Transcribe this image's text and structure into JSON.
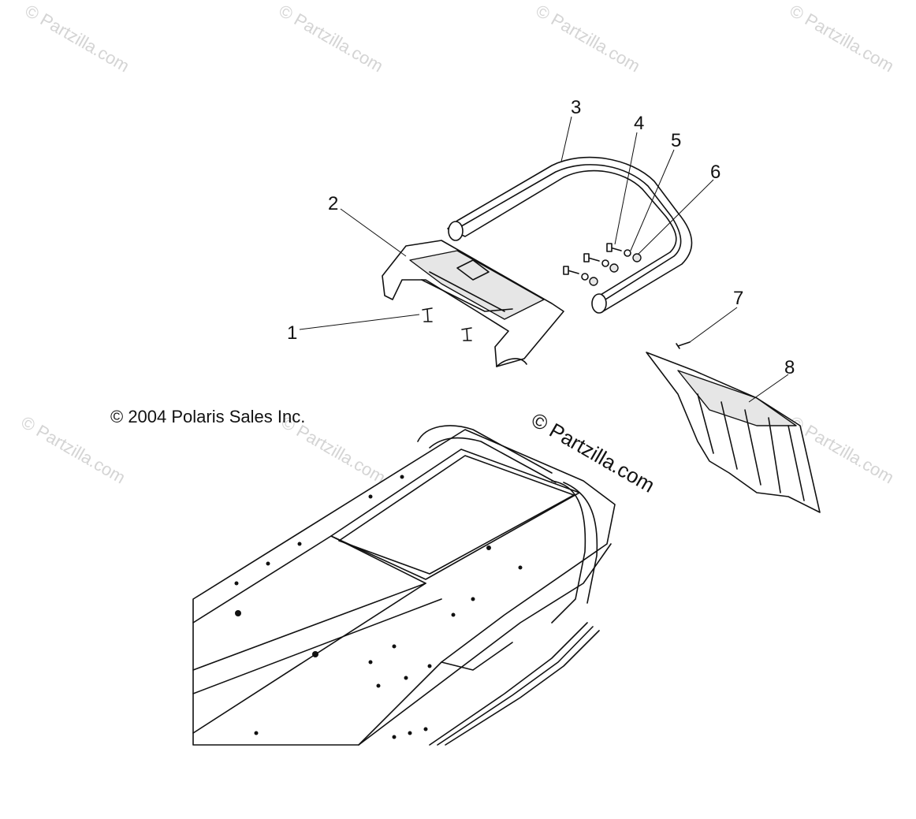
{
  "copyright": "© 2004 Polaris Sales Inc.",
  "watermark": "© Partzilla.com",
  "callouts": [
    "1",
    "2",
    "3",
    "4",
    "5",
    "6",
    "7",
    "8"
  ],
  "parts": [
    {
      "id": "1",
      "icon": "screw-icon"
    },
    {
      "id": "2",
      "icon": "bracket-icon"
    },
    {
      "id": "3",
      "icon": "grab-bar-icon"
    },
    {
      "id": "4",
      "icon": "bolt-icon"
    },
    {
      "id": "5",
      "icon": "washer-icon"
    },
    {
      "id": "6",
      "icon": "nut-icon"
    },
    {
      "id": "7",
      "icon": "rivet-icon"
    },
    {
      "id": "8",
      "icon": "snow-flap-icon"
    }
  ]
}
